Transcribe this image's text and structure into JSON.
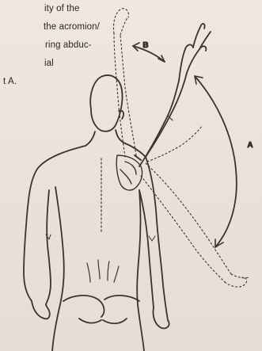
{
  "caption": {
    "lines": [
      "ity of the",
      "the acromion/",
      "ring abduc-",
      "ial",
      "t A."
    ]
  },
  "labels": {
    "arc_a": "A",
    "arc_b": "B"
  },
  "colors": {
    "ink": "#3a3330",
    "paper": "#ece4dc"
  }
}
